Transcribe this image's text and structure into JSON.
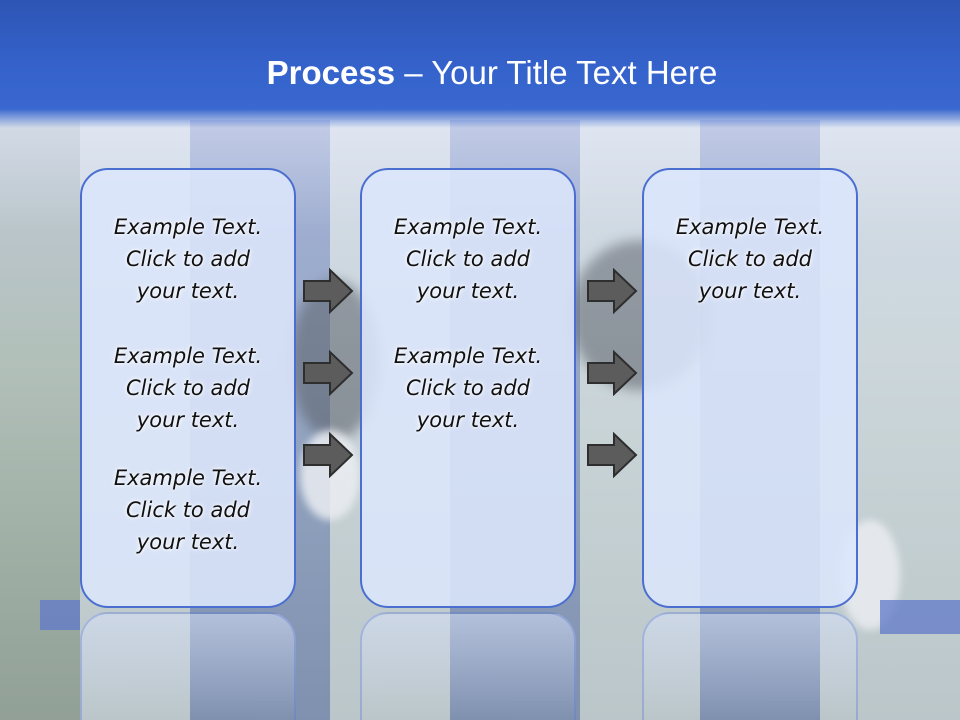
{
  "title": {
    "bold": "Process",
    "rest": " – Your Title Text Here"
  },
  "colors": {
    "header": "#3563cc",
    "box_border": "#4a6fd0",
    "box_fill": "#dce6fc",
    "arrow_fill": "#5a5a5a"
  },
  "boxes": [
    {
      "items": [
        {
          "line1": "Example Text.",
          "line2": "Click  to add",
          "line3": "your text."
        },
        {
          "line1": "Example Text.",
          "line2": "Click  to add",
          "line3": "your text."
        },
        {
          "line1": "Example Text.",
          "line2": "Click  to add",
          "line3": "your text."
        }
      ]
    },
    {
      "items": [
        {
          "line1": "Example Text.",
          "line2": "Click  to add",
          "line3": "your text."
        },
        {
          "line1": "Example Text.",
          "line2": "Click  to add",
          "line3": "your text."
        }
      ]
    },
    {
      "items": [
        {
          "line1": "Example Text.",
          "line2": "Click  to add",
          "line3": "your text."
        }
      ]
    }
  ],
  "arrows": {
    "icon": "right-arrow-icon"
  }
}
